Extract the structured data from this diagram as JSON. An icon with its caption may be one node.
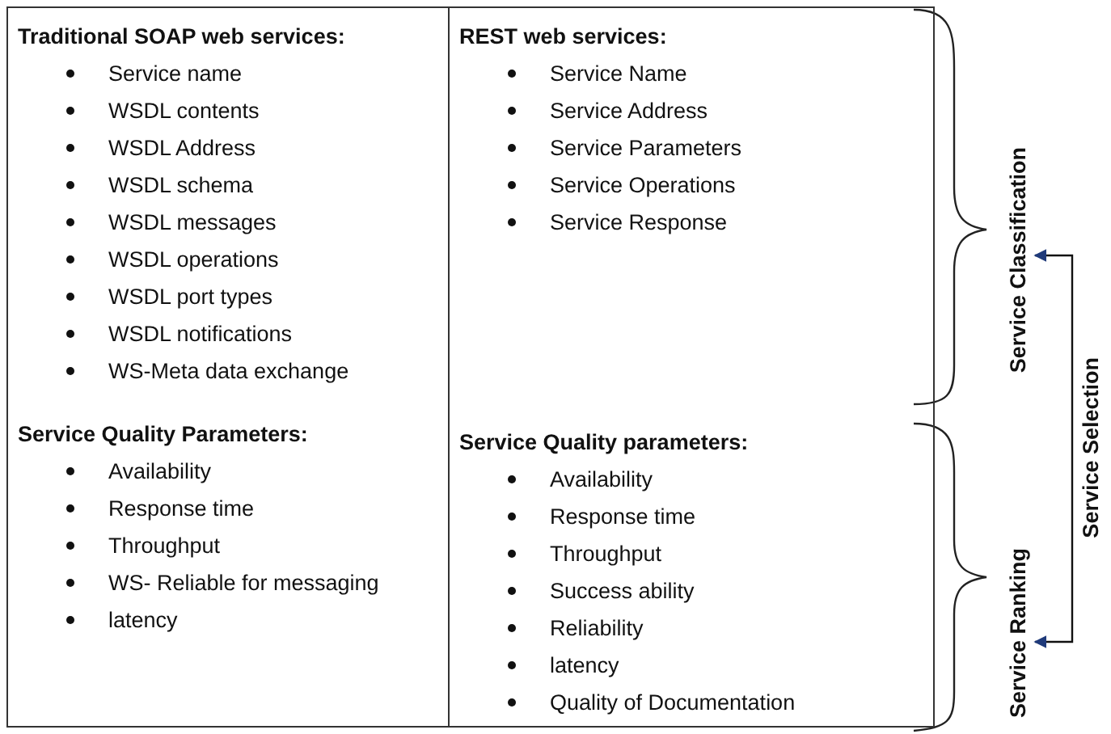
{
  "diagram": {
    "nodes": [
      {
        "text": [],
        "shape": "box"
      },
      {
        "text": [
          "Traditional SOAP web services:",
          "Service name",
          "WSDL contents",
          "WSDL Address",
          "WSDL schema",
          "WSDL messages",
          "WSDL operations",
          "WSDL port types",
          "WSDL notifications",
          "WS-Meta data exchange"
        ],
        "in": 0
      },
      {
        "text": [
          "Service Quality Parameters:",
          "Availability",
          "Response time",
          "Throughput",
          "WS- Reliable for messaging",
          "latency"
        ],
        "in": 0
      },
      {
        "text": [],
        "shape": "box"
      },
      {
        "text": [
          "REST web services:",
          "Service Name",
          "Service Address",
          "Service Parameters",
          "Service Operations",
          "Service Response"
        ],
        "in": 3
      },
      {
        "text": [
          "Service Quality parameters:",
          "Availability",
          "Response time",
          "Throughput",
          "Success ability",
          "Reliability",
          "latency",
          "Quality of Documentation"
        ],
        "in": 3
      },
      {
        "text": [
          "Service Classification"
        ]
      },
      {
        "text": [
          "Service Ranking"
        ]
      }
    ],
    "edges": [
      {
        "from": 6,
        "to": 7,
        "arrow": "both",
        "label": "Service Selection"
      }
    ]
  }
}
